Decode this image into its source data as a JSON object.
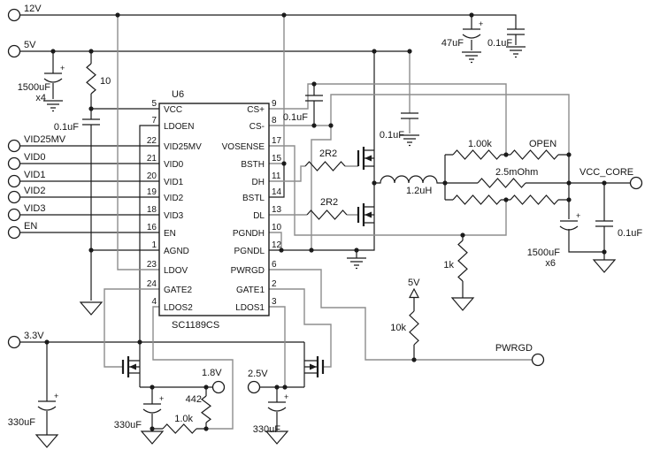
{
  "terminals": {
    "v12": "12V",
    "v5": "5V",
    "vid25mv": "VID25MV",
    "vid0": "VID0",
    "vid1": "VID1",
    "vid2": "VID2",
    "vid3": "VID3",
    "en": "EN",
    "v3_3": "3.3V",
    "vcc_core": "VCC_CORE",
    "pwrgd": "PWRGD",
    "v1_8": "1.8V",
    "v2_5": "2.5V"
  },
  "ic": {
    "ref": "U6",
    "part": "SC1189CS",
    "pins_left": [
      {
        "num": "5",
        "name": "VCC"
      },
      {
        "num": "7",
        "name": "LDOEN"
      },
      {
        "num": "22",
        "name": "VID25MV"
      },
      {
        "num": "21",
        "name": "VID0"
      },
      {
        "num": "20",
        "name": "VID1"
      },
      {
        "num": "19",
        "name": "VID2"
      },
      {
        "num": "18",
        "name": "VID3"
      },
      {
        "num": "16",
        "name": "EN"
      },
      {
        "num": "1",
        "name": "AGND"
      },
      {
        "num": "23",
        "name": "LDOV"
      },
      {
        "num": "24",
        "name": "GATE2"
      },
      {
        "num": "4",
        "name": "LDOS2"
      }
    ],
    "pins_right": [
      {
        "num": "9",
        "name": "CS+"
      },
      {
        "num": "8",
        "name": "CS-"
      },
      {
        "num": "17",
        "name": "VOSENSE"
      },
      {
        "num": "15",
        "name": "BSTH"
      },
      {
        "num": "11",
        "name": "DH"
      },
      {
        "num": "14",
        "name": "BSTL"
      },
      {
        "num": "13",
        "name": "DL"
      },
      {
        "num": "10",
        "name": "PGNDH"
      },
      {
        "num": "12",
        "name": "PGNDL"
      },
      {
        "num": "6",
        "name": "PWRGD"
      },
      {
        "num": "2",
        "name": "GATE1"
      },
      {
        "num": "3",
        "name": "LDOS1"
      }
    ]
  },
  "components": {
    "c_bulk_in": "1500uF",
    "c_bulk_in_qty": "x4",
    "r_vcc_filter": "10",
    "c_vcc": "0.1uF",
    "c_47": "47uF",
    "c_12v": "0.1uF",
    "c_cs": "0.1uF",
    "c_sw": "0.1uF",
    "r_gate_high": "2R2",
    "r_gate_low": "2R2",
    "l_out": "1.2uH",
    "r_fb_top": "1.00k",
    "r_fb_open": "OPEN",
    "r_sense": "2.5mOhm",
    "c_bulk_out": "1500uF",
    "c_bulk_out_qty": "x6",
    "c_out": "0.1uF",
    "r_load": "1k",
    "r_pullup": "10k",
    "v5_pullup": "5V",
    "c_330_in": "330uF",
    "c_330_1v8": "330uF",
    "c_330_2v5": "330uF",
    "r_442": "442",
    "r_1k0": "1.0k"
  },
  "symbols": {
    "plus": "+"
  }
}
